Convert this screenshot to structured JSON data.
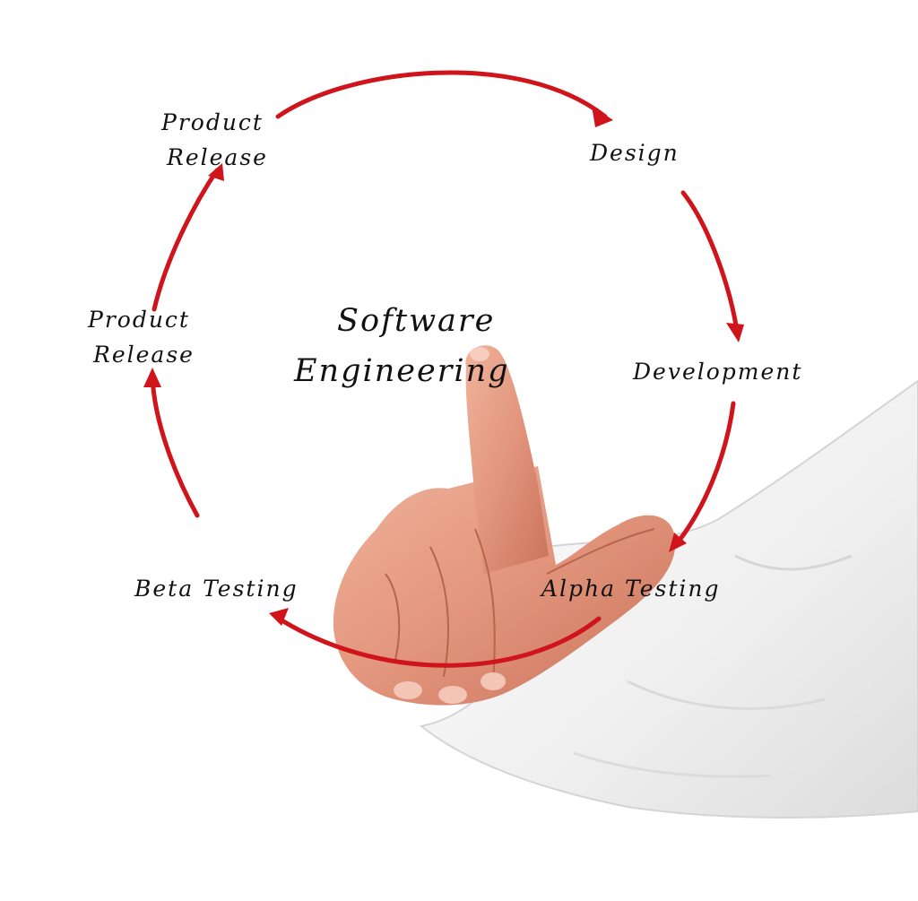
{
  "diagram": {
    "title_line1": "Software",
    "title_line2": "Engineering",
    "stages": {
      "design": "Design",
      "development": "Development",
      "alpha_testing": "Alpha Testing",
      "beta_testing": "Beta Testing",
      "product_release_lower_line1": "Product",
      "product_release_lower_line2": "Release",
      "product_release_upper_line1": "Product",
      "product_release_upper_line2": "Release"
    },
    "arrow_color": "#d0141c",
    "text_color": "#111111"
  },
  "photo": {
    "subject": "hand pointing upward with index finger, white shirt sleeve",
    "skin_color": "#e2957c",
    "sleeve_color": "#f2f2f2"
  }
}
